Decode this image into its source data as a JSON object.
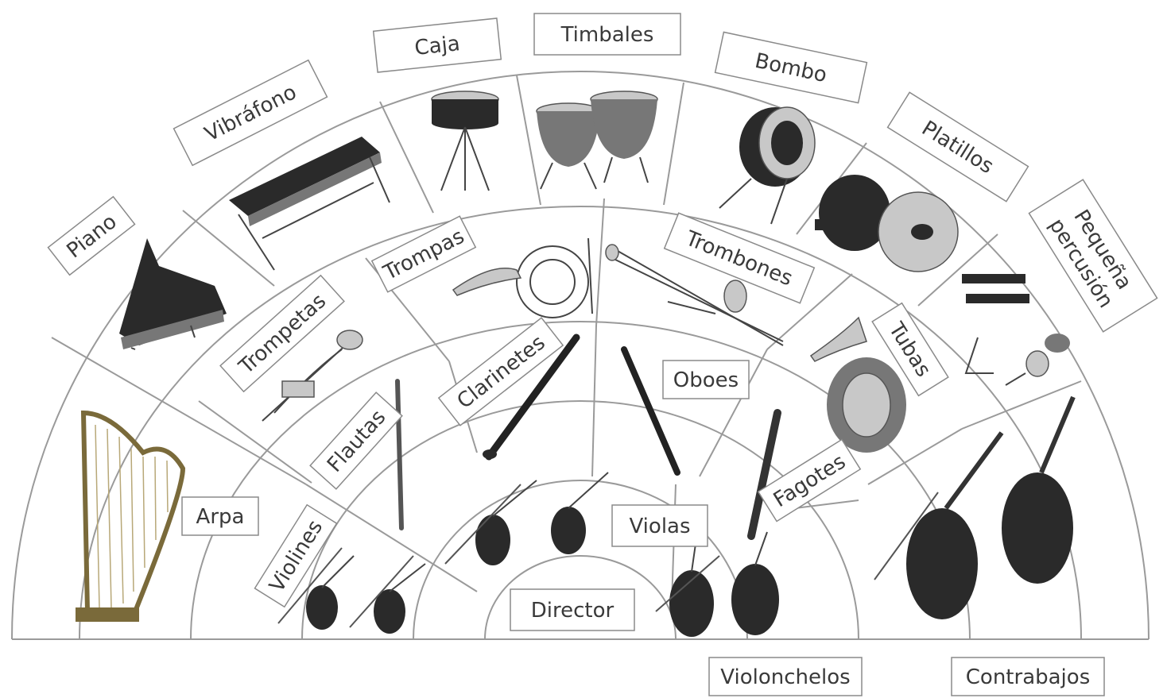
{
  "labels": {
    "caja": "Caja",
    "timbales": "Timbales",
    "bombo": "Bombo",
    "vibrafono": "Vibráfono",
    "platillos": "Platillos",
    "piano": "Piano",
    "pequena_line1": "Pequeña",
    "pequena_line2": "percusión",
    "trompas": "Trompas",
    "trombones": "Trombones",
    "trompetas": "Trompetas",
    "tubas": "Tubas",
    "clarinetes": "Clarinetes",
    "oboes": "Oboes",
    "flautas": "Flautas",
    "fagotes": "Fagotes",
    "arpa": "Arpa",
    "violas": "Violas",
    "violines": "Violines",
    "director": "Director",
    "violonchelos": "Violonchelos",
    "contrabajos": "Contrabajos"
  },
  "icons": [
    "snare-drum-icon",
    "timpani-icon",
    "bass-drum-icon",
    "vibraphone-icon",
    "cymbals-icon",
    "grand-piano-icon",
    "small-percussion-icon",
    "french-horn-icon",
    "trombone-icon",
    "trumpet-icon",
    "tuba-icon",
    "clarinet-icon",
    "oboe-icon",
    "flute-icon",
    "bassoon-icon",
    "harp-icon",
    "violin-icon",
    "viola-icon",
    "cello-icon",
    "double-bass-icon"
  ]
}
